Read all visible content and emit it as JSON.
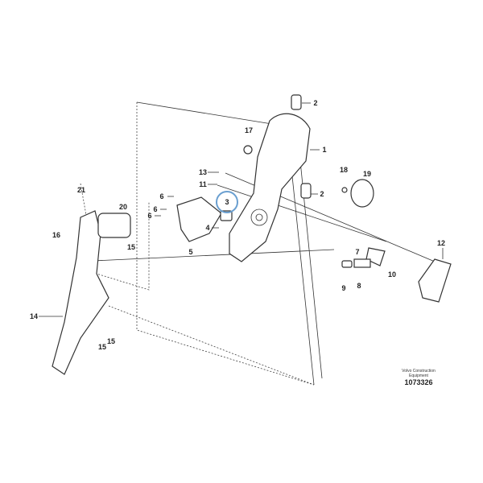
{
  "diagram": {
    "labels": [
      "2",
      "17",
      "1",
      "13",
      "18",
      "19",
      "11",
      "2",
      "21",
      "6",
      "3",
      "20",
      "6",
      "6",
      "4",
      "16",
      "15",
      "5",
      "12",
      "7",
      "8",
      "10",
      "9",
      "14",
      "15",
      "15"
    ],
    "highlighted_label": "3",
    "highlight_color": "#6a9fd0",
    "caption": {
      "line1": "Volvo Construction",
      "line2": "Equipment",
      "number": "1073326"
    }
  }
}
